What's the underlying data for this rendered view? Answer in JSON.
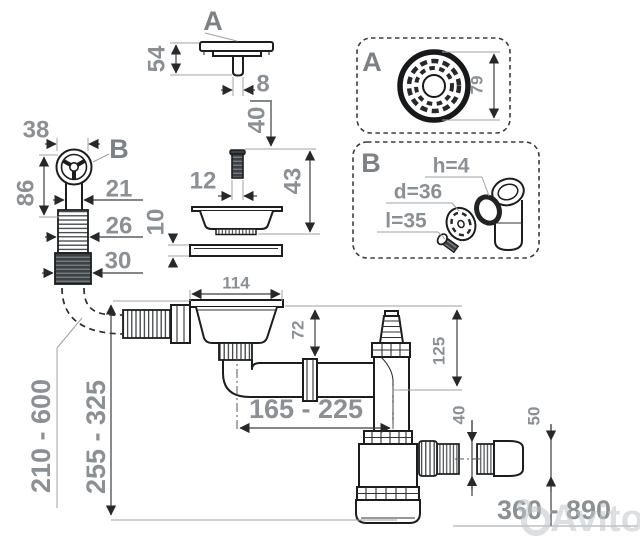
{
  "callouts": {
    "a": "A",
    "b": "B"
  },
  "cap": {
    "height": "54",
    "stem_width": "8"
  },
  "screw": {
    "length": "40",
    "width": "12"
  },
  "basket": {
    "height": "43",
    "gasket_thickness": "10",
    "flange_width": "114"
  },
  "overflow": {
    "head_width": "38",
    "height": "86",
    "neck_width": "21",
    "corrugation_width": "26",
    "thread_width": "30",
    "hose_length": "210 - 600"
  },
  "assembly": {
    "inlet_height": "72",
    "riser_height": "125",
    "outlet_diameter": "40",
    "outlet_cone_diameter": "50",
    "horizontal_span": "165 - 225",
    "install_depth": "255 - 325",
    "outlet_length": "360 - 890"
  },
  "inset_a": {
    "label": "A",
    "diameter": "79"
  },
  "inset_b": {
    "label": "B",
    "height": "h=4",
    "diameter": "d=36",
    "length": "l=35"
  },
  "watermark": {
    "brand": "Avito"
  }
}
